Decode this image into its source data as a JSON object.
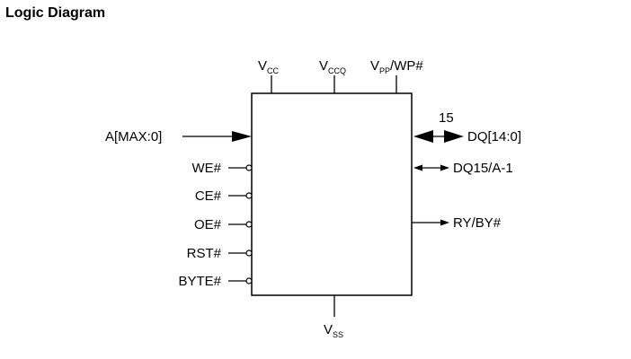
{
  "title": "Logic Diagram",
  "power": {
    "vcc": {
      "main": "V",
      "sub": "CC"
    },
    "vccq": {
      "main": "V",
      "sub": "CCQ"
    },
    "vpp": {
      "main": "V",
      "sub": "PP",
      "suffix": "/WP#"
    },
    "vss": {
      "main": "V",
      "sub": "SS"
    }
  },
  "inputs": {
    "address": "A[MAX:0]",
    "controls": [
      "WE#",
      "CE#",
      "OE#",
      "RST#",
      "BYTE#"
    ]
  },
  "outputs": {
    "dq_bus": "DQ[14:0]",
    "dq_bus_width": "15",
    "dq15": "DQ15/A-1",
    "ready": "RY/BY#"
  }
}
